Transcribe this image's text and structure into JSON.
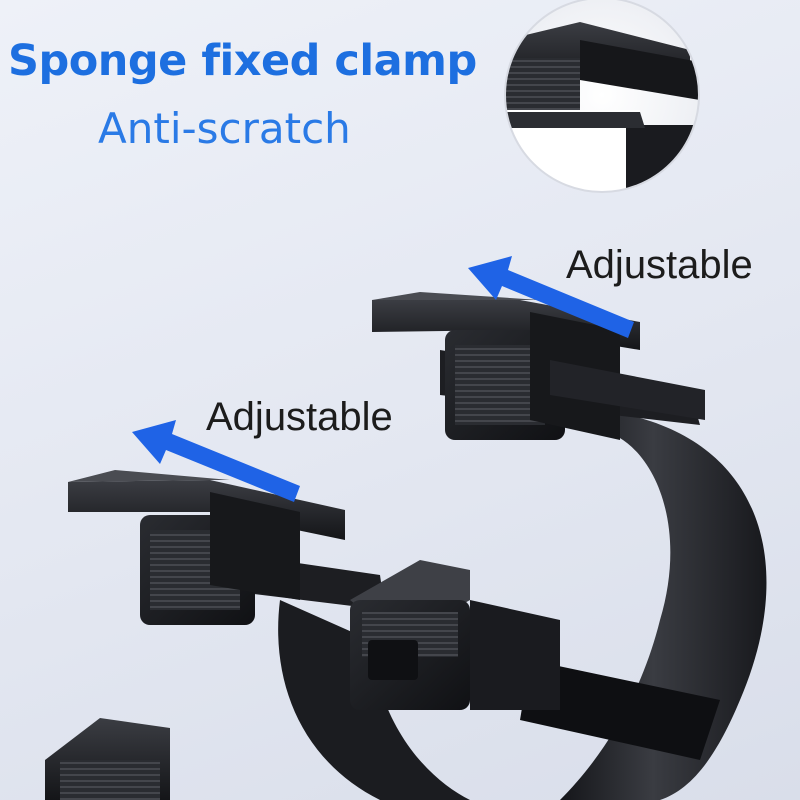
{
  "headline": "Sponge fixed clamp",
  "subhead": "Anti-scratch",
  "callouts": {
    "upper_label": "Adjustable",
    "lower_label": "Adjustable"
  },
  "colors": {
    "headline_blue": "#1d6fe0",
    "arrow_blue": "#1f63e6",
    "clamp_black": "#1f2024",
    "background": "#e6e9f2"
  },
  "icons": {
    "arrow_upper": "arrow-left-icon",
    "arrow_lower": "arrow-left-icon"
  }
}
